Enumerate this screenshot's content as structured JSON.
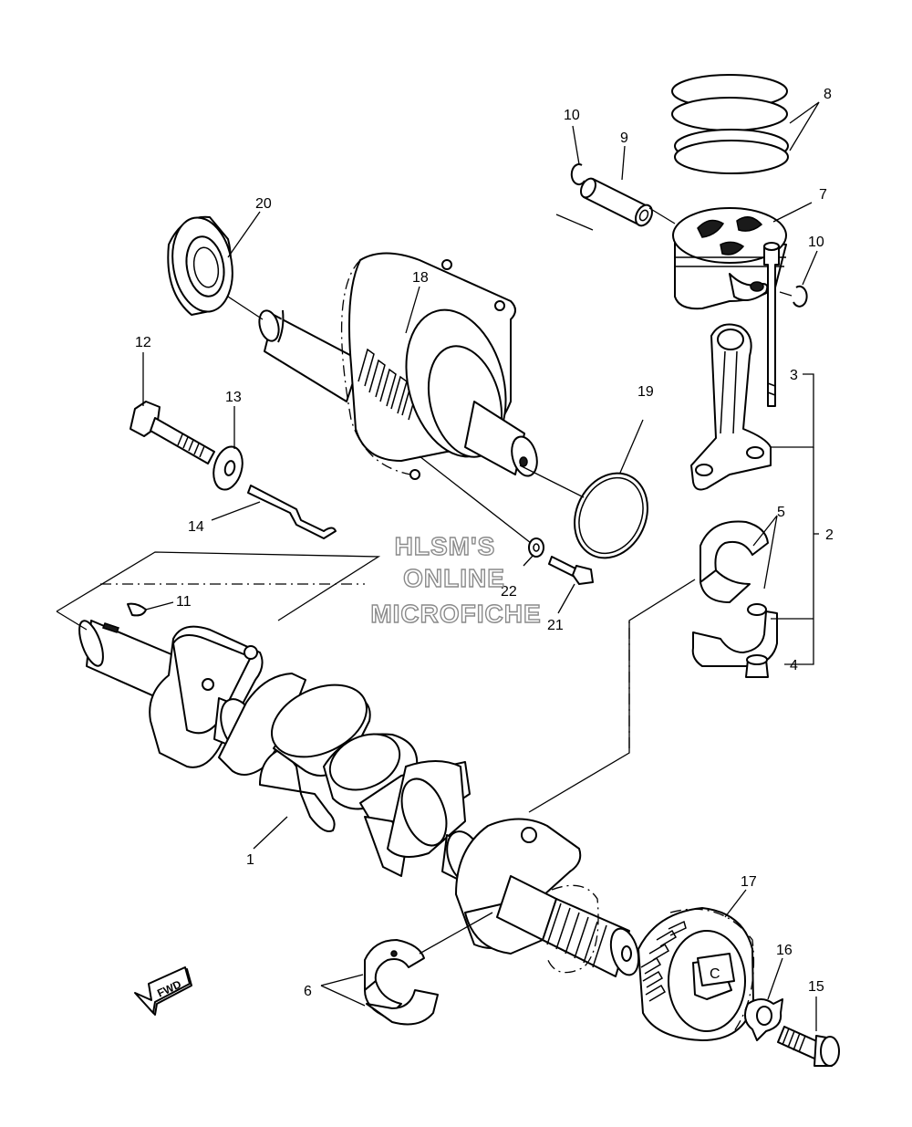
{
  "diagram": {
    "callouts": {
      "c1": "1",
      "c2": "2",
      "c3": "3",
      "c4": "4",
      "c5": "5",
      "c6": "6",
      "c7": "7",
      "c8": "8",
      "c9": "9",
      "c10a": "10",
      "c10b": "10",
      "c11": "11",
      "c12": "12",
      "c13": "13",
      "c14": "14",
      "c15": "15",
      "c16": "16",
      "c17": "17",
      "c18": "18",
      "c19": "19",
      "c20": "20",
      "c21": "21",
      "c22": "22"
    },
    "fwd_label": "FWD"
  },
  "watermark": {
    "line1": "HLSM'S",
    "line2": "ONLINE",
    "line3": "MICROFICHE"
  },
  "colors": {
    "line": "#000000",
    "background": "#ffffff",
    "watermark_stroke": "#8a8a8a"
  }
}
